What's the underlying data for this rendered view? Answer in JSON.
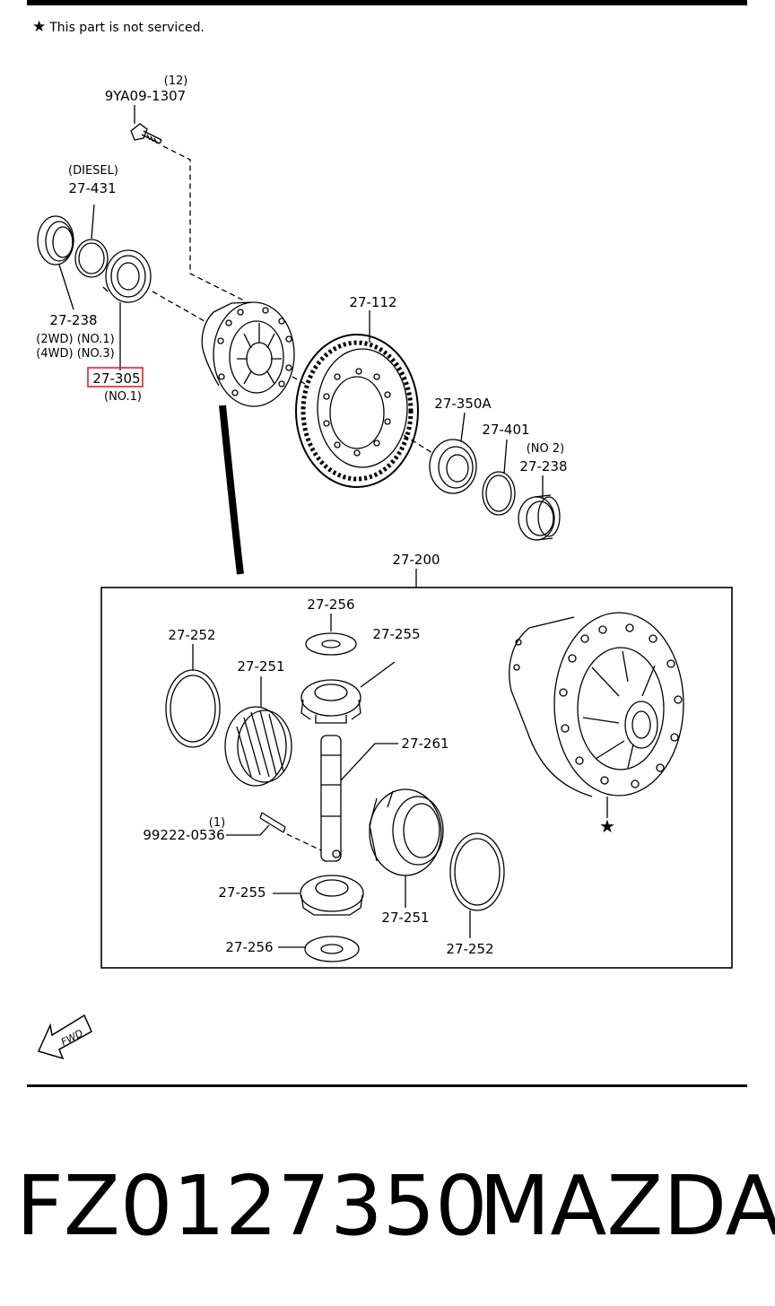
{
  "note": {
    "star": "★",
    "text": "This part is not serviced."
  },
  "callouts": {
    "bolt_qty": "(12)",
    "bolt_pn": "9YA09-1307",
    "diesel": "(DIESEL)",
    "shim_left": "27-431",
    "seal_left": "27-238",
    "seal_left_note1": "(2WD) (NO.1)",
    "seal_left_note2": "(4WD) (NO.3)",
    "bearing_left": "27-305",
    "bearing_left_note": "(NO.1)",
    "ring_gear": "27-112",
    "bearing_right": "27-350A",
    "shim_right": "27-401",
    "seal_right_note": "(NO 2)",
    "seal_right": "27-238",
    "diff_assy": "27-200",
    "washer_top": "27-256",
    "pinion_top": "27-255",
    "thrust_left": "27-252",
    "side_gear_left": "27-251",
    "shaft": "27-261",
    "pin_qty": "(1)",
    "pin_pn": "99222-0536",
    "pinion_bottom": "27-255",
    "side_gear_right": "27-251",
    "washer_bottom": "27-256",
    "thrust_right": "27-252",
    "case_star": "★"
  },
  "fwd_label": "FWD",
  "footer": {
    "part_number": "FZ0127350",
    "brand": "MAZDA"
  },
  "colors": {
    "highlight": "#e8202a",
    "ink": "#000000"
  }
}
